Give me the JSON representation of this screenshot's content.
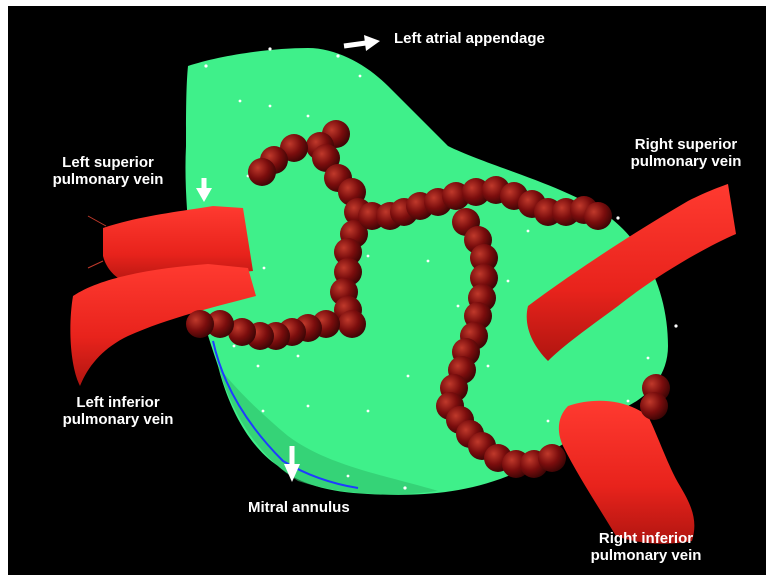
{
  "figure": {
    "labels": {
      "left_atrial_appendage": "Left atrial appendage",
      "left_superior": [
        "Left superior",
        "pulmonary vein"
      ],
      "right_superior": [
        "Right superior",
        "pulmonary vein"
      ],
      "left_inferior": [
        "Left inferior",
        "pulmonary vein"
      ],
      "right_inferior": [
        "Right inferior",
        "pulmonary vein"
      ],
      "mitral_annulus": "Mitral annulus"
    },
    "colors": {
      "background": "#000000",
      "atrium": "#3ff08a",
      "veins": "#e8231c",
      "ablation_lesions": "#7a0d0d",
      "labels": "#ffffff",
      "annulus_line": "#1e3cff"
    }
  }
}
